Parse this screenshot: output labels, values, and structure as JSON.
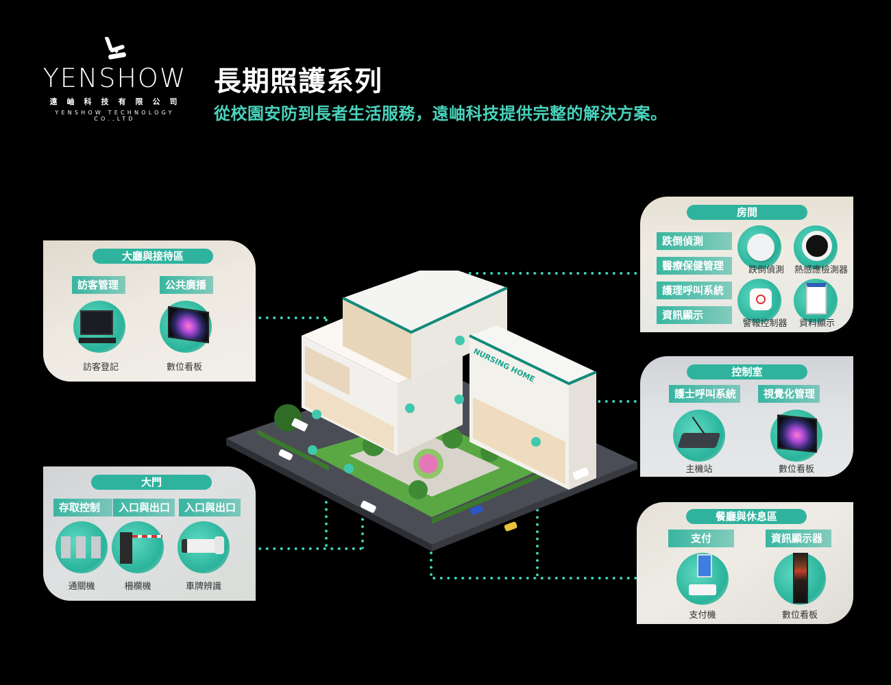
{
  "brand": {
    "wordmark": "YENSHOW",
    "company_cn": "遠岫科技有限公司",
    "company_en": "YENSHOW TECHNOLOGY CO.,LTD"
  },
  "header": {
    "title": "長期照護系列",
    "subtitle": "從校園安防到長者生活服務，遠岫科技提供完整的解決方案。"
  },
  "colors": {
    "background": "#000000",
    "accent_teal": "#2fb39e",
    "subtitle_teal": "#49d3bc",
    "connector_teal": "#3fd1b8"
  },
  "illustration": {
    "building_sign": "NURSING HOME"
  },
  "panels": {
    "lobby": {
      "title": "大廳與接待區",
      "tags": [
        "訪客管理",
        "公共廣播"
      ],
      "devices": [
        {
          "icon": "visitor-kiosk-icon",
          "label": "訪客登記"
        },
        {
          "icon": "digital-signage-icon",
          "label": "數位看板"
        }
      ]
    },
    "gate": {
      "title": "大門",
      "tags": [
        "存取控制",
        "入口與出口",
        "入口與出口"
      ],
      "devices": [
        {
          "icon": "turnstile-icon",
          "label": "通關機"
        },
        {
          "icon": "barrier-gate-icon",
          "label": "柵欄機"
        },
        {
          "icon": "lpr-camera-icon",
          "label": "車牌辨識"
        }
      ]
    },
    "room": {
      "title": "房間",
      "tags": [
        "跌倒偵測",
        "醫療保健管理",
        "護理呼叫系統",
        "資訊顯示"
      ],
      "devices": [
        {
          "icon": "fall-sensor-icon",
          "label": "跌倒偵測"
        },
        {
          "icon": "thermal-sensor-icon",
          "label": "熱感應檢測器"
        },
        {
          "icon": "alarm-controller-icon",
          "label": "警報控制器"
        },
        {
          "icon": "data-display-icon",
          "label": "資料顯示"
        }
      ]
    },
    "control": {
      "title": "控制室",
      "tags": [
        "護士呼叫系統",
        "視覺化管理"
      ],
      "devices": [
        {
          "icon": "master-station-icon",
          "label": "主機站"
        },
        {
          "icon": "digital-signage-icon",
          "label": "數位看板"
        }
      ]
    },
    "dining": {
      "title": "餐廳與休息區",
      "tags": [
        "支付",
        "資訊顯示器"
      ],
      "devices": [
        {
          "icon": "payment-kiosk-icon",
          "label": "支付機"
        },
        {
          "icon": "standing-signage-icon",
          "label": "數位看板"
        }
      ]
    }
  }
}
